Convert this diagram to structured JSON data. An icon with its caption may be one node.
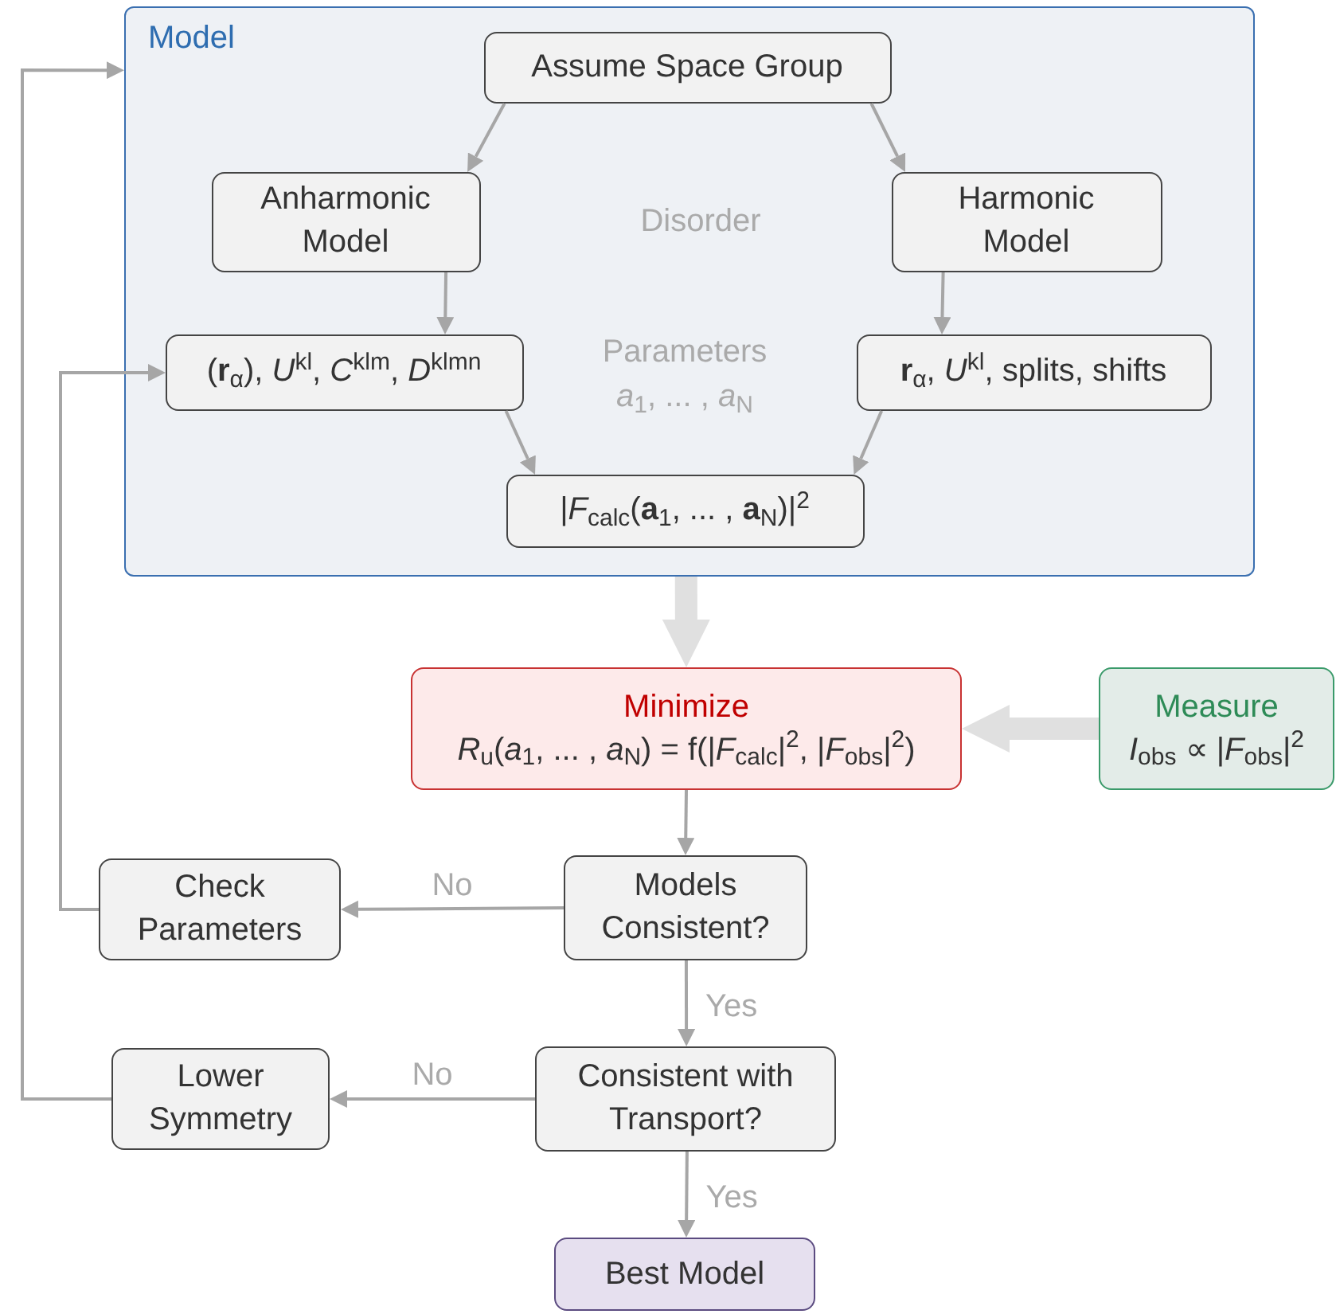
{
  "diagram": {
    "nodes": [
      {
        "text": [
          "Model"
        ]
      },
      {
        "text": [
          "Assume Space Group"
        ],
        "in": 0
      },
      {
        "text": [
          "Anharmonic Model"
        ],
        "in": 0
      },
      {
        "text": [
          "Harmonic Model"
        ],
        "in": 0
      },
      {
        "text": [
          "(**r**$_{α}$), *U*$^{kl}$, *C*$^{klm}$, *D*$^{klmn}$"
        ],
        "in": 0
      },
      {
        "text": [
          "**r**$_{α}$, *U*$^{kl}$, splits, shifts"
        ],
        "in": 0
      },
      {
        "text": [
          "|*F*$_{calc}$(**a**$_{1}$, ... , **a**$_{N}$)|$^{2}$"
        ],
        "in": 0
      },
      {
        "text": [
          "Minimize",
          "*R*$_{u}$(*a*$_{1}$, ... , *a*$_{N}$) = f(|*F*$_{calc}$|$^{2}$, |*F*$_{obs}$|$^{2}$)"
        ]
      },
      {
        "text": [
          "Measure",
          "*I*$_{obs}$ ∝ |*F*$_{obs}$|$^{2}$"
        ]
      },
      {
        "text": [
          "Check Parameters"
        ]
      },
      {
        "text": [
          "Models Consistent?"
        ]
      },
      {
        "text": [
          "Lower Symmetry"
        ]
      },
      {
        "text": [
          "Consistent with Transport?"
        ]
      },
      {
        "text": [
          "Best Model"
        ]
      }
    ],
    "edges": [
      {
        "from": 1,
        "to": 2,
        "arrow": "to"
      },
      {
        "from": 1,
        "to": 3,
        "arrow": "to"
      },
      {
        "from": 2,
        "to": 4,
        "arrow": "to"
      },
      {
        "from": 3,
        "to": 5,
        "arrow": "to"
      },
      {
        "from": 4,
        "to": 6,
        "arrow": "to"
      },
      {
        "from": 5,
        "to": 6,
        "arrow": "to"
      },
      {
        "from": 0,
        "to": 7,
        "arrow": "to",
        "style": "thick",
        "color": "#e0e0e0"
      },
      {
        "from": 8,
        "to": 7,
        "arrow": "to",
        "style": "thick",
        "color": "#e0e0e0"
      },
      {
        "from": 7,
        "to": 10,
        "arrow": "to"
      },
      {
        "from": 10,
        "to": 9,
        "arrow": "to",
        "label": "No"
      },
      {
        "from": 10,
        "to": 12,
        "arrow": "to",
        "label": "Yes"
      },
      {
        "from": 12,
        "to": 11,
        "arrow": "to",
        "label": "No"
      },
      {
        "from": 12,
        "to": 13,
        "arrow": "to",
        "label": "Yes"
      },
      {
        "from": 9,
        "to": 4,
        "arrow": "to"
      },
      {
        "from": 11,
        "to": 0,
        "arrow": "to"
      }
    ],
    "labels": [
      "Disorder",
      "Parameters",
      "*a*$_{1}$, ... , *a*$_{N}$"
    ]
  }
}
